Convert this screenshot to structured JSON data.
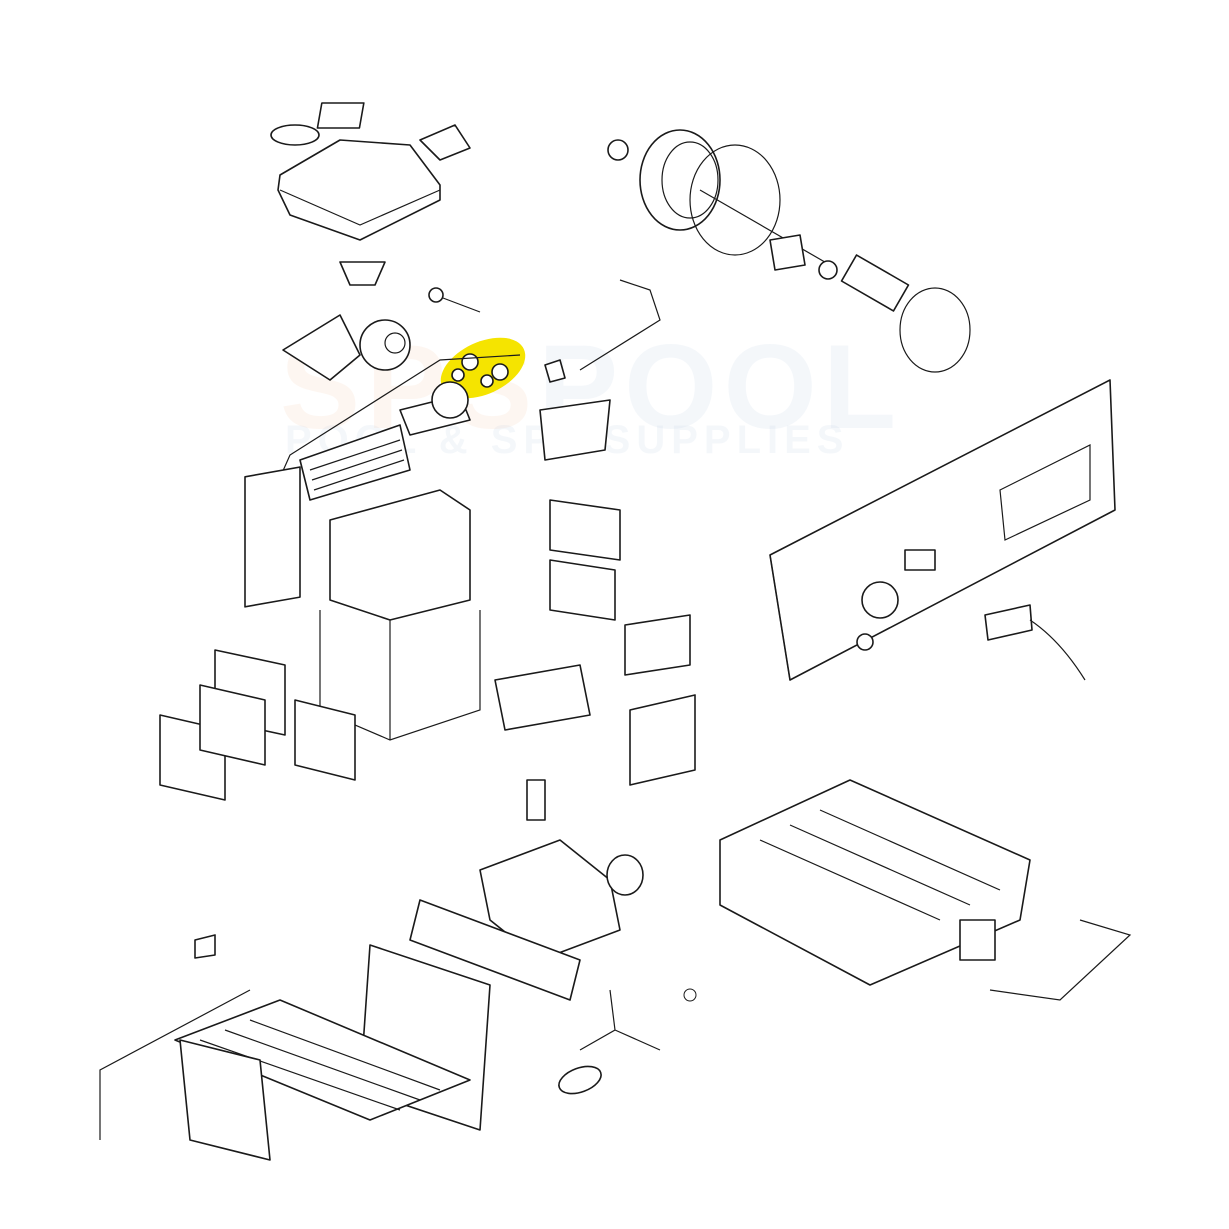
{
  "diagram": {
    "title": "Pool heater exploded parts diagram",
    "highlight_color": "#f5e400",
    "line_color": "#1a1a1a"
  },
  "watermark": {
    "brand_a": "SPS",
    "brand_b": "POOL",
    "tagline": "POOL & SPA SUPPLIES"
  }
}
